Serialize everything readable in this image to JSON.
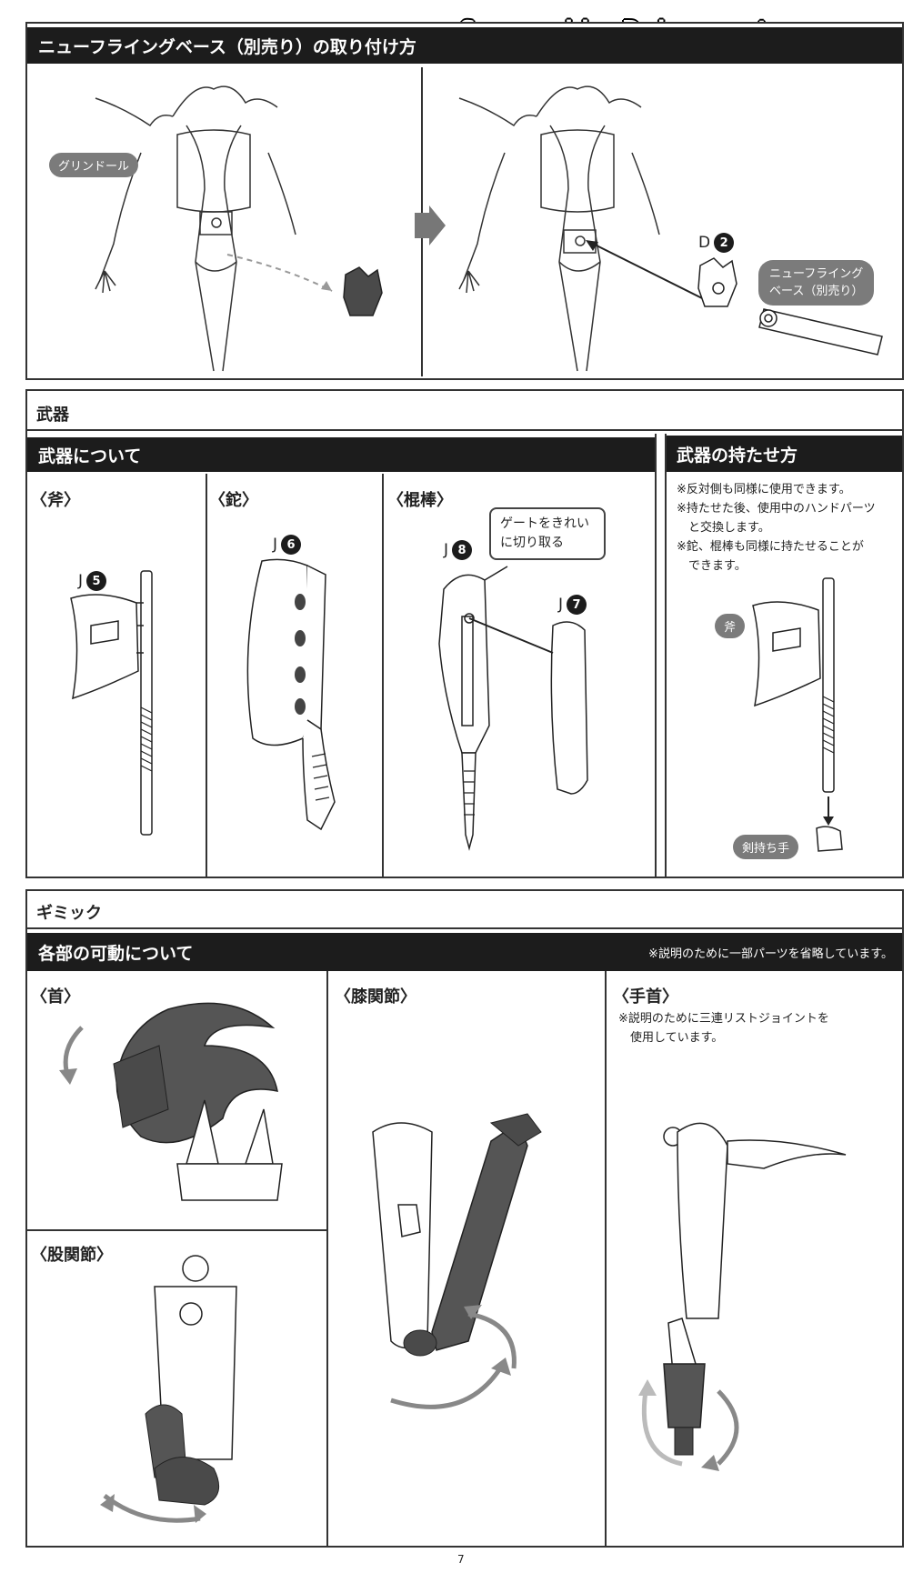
{
  "watermark": "Scanned by Dalong.net",
  "section1": {
    "title": "ニューフライングベース（別売り）の取り付け方",
    "pill_grindoll": "グリンドール",
    "part_label_letter": "D",
    "part_label_num": "2",
    "base_pill_line1": "ニューフライング",
    "base_pill_line2": "ベース（別売り）"
  },
  "section2": {
    "title": "武器",
    "about_header": "武器について",
    "hold_header": "武器の持たせ方",
    "axe": {
      "title": "〈斧〉",
      "letter": "J",
      "num": "5"
    },
    "cleaver": {
      "title": "〈鉈〉",
      "letter": "J",
      "num": "6"
    },
    "club": {
      "title": "〈棍棒〉",
      "letter1": "J",
      "num1": "8",
      "letter2": "J",
      "num2": "7",
      "callout_line1": "ゲートをきれい",
      "callout_line2": "に切り取る"
    },
    "hold_notes": [
      "※反対側も同様に使用できます。",
      "※持たせた後、使用中のハンドパーツ",
      "　と交換します。",
      "※鉈、棍棒も同様に持たせることが",
      "　できます。"
    ],
    "pill_axe": "斧",
    "pill_hand": "剣持ち手"
  },
  "section3": {
    "title": "ギミック",
    "movable_header": "各部の可動について",
    "movable_note": "※説明のために一部パーツを省略しています。",
    "neck": "〈首〉",
    "hip": "〈股関節〉",
    "knee": "〈膝関節〉",
    "wrist": "〈手首〉",
    "wrist_note_line1": "※説明のために三連リストジョイントを",
    "wrist_note_line2": "　使用しています。"
  },
  "page_number": "7"
}
